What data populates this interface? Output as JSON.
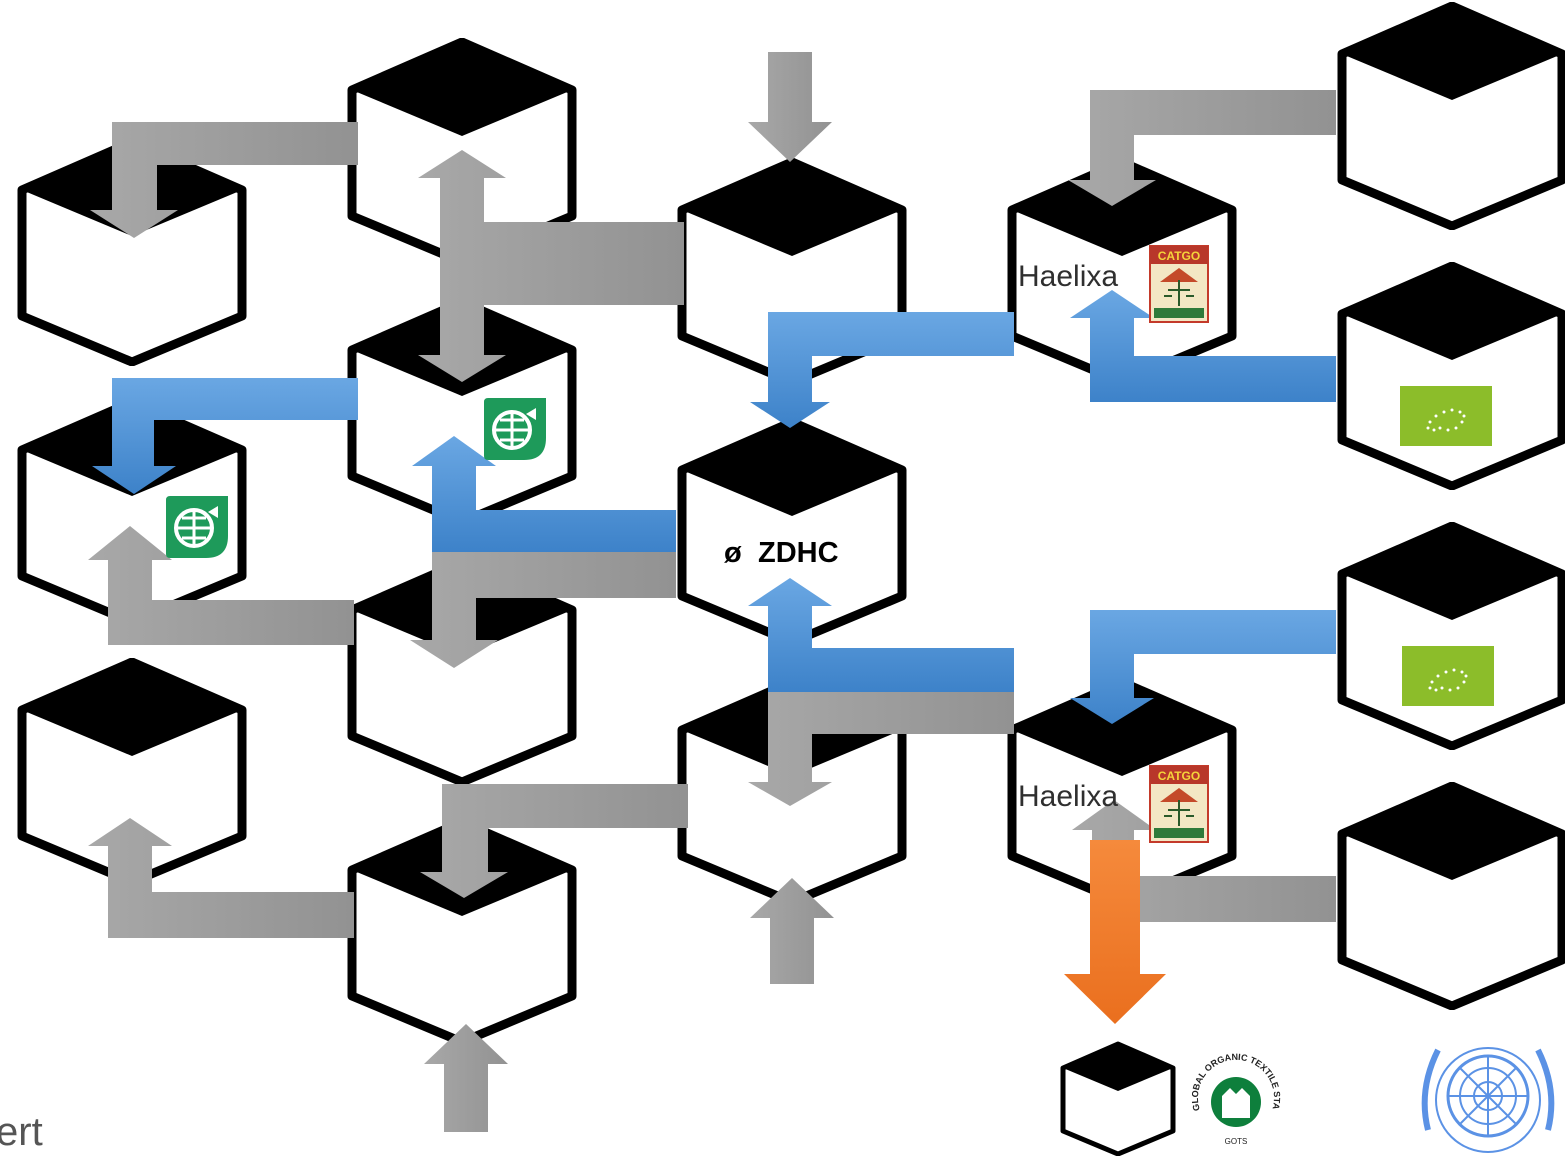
{
  "corner_text": "ert",
  "logos": {
    "haelixa": "Haelixa",
    "zdhc": "ZDHC",
    "zdhc_symbol": "ø",
    "catgo": "CATGO",
    "gots": "GLOBAL ORGANIC TEXTILE STANDARD",
    "gots_small": "GOTS"
  },
  "colors": {
    "gray_arrow": "#9a9a9a",
    "blue_arrow": "#4a8fd4",
    "orange_arrow": "#f07a2a",
    "cube_top": "#000000",
    "eu_leaf": "#8cbd2a",
    "green_logo": "#1e9a5a",
    "un_blue": "#5b92e5"
  }
}
